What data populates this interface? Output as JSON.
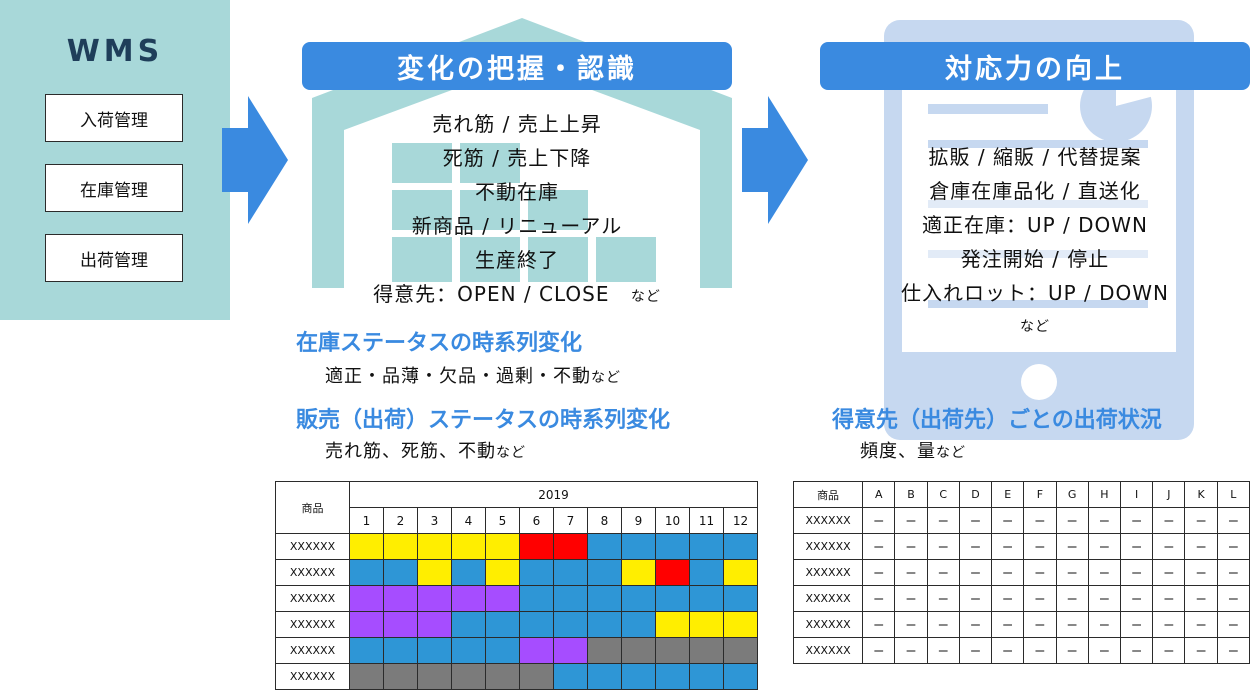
{
  "wms": {
    "title": "WMS",
    "items": [
      "入荷管理",
      "在庫管理",
      "出荷管理"
    ]
  },
  "left_section": {
    "header": "変化の把握・認識",
    "lines": [
      "売れ筋 / 売上上昇",
      "死筋 / 売上下降",
      "不動在庫",
      "新商品 / リニューアル",
      "生産終了"
    ],
    "last_line_main": "得意先：OPEN / CLOSE",
    "last_line_suffix": "など",
    "heading1": "在庫ステータスの時系列変化",
    "sub1_main": "適正・品薄・欠品・過剰・不動",
    "sub1_suffix": "など",
    "heading2": "販売（出荷）ステータスの時系列変化",
    "sub2_main": "売れ筋、死筋、不動",
    "sub2_suffix": "など"
  },
  "right_section": {
    "header": "対応力の向上",
    "lines": [
      "拡販 / 縮販 / 代替提案",
      "倉庫在庫品化 / 直送化",
      "適正在庫：UP / DOWN",
      "発注開始 / 停止",
      "仕入れロット：UP / DOWN"
    ],
    "suffix": "など",
    "heading": "得意先（出荷先）ごとの出荷状況",
    "sub_main": "頻度、量",
    "sub_suffix": "など"
  },
  "colors": {
    "yellow": "#ffee00",
    "red": "#ff0000",
    "blue": "#2e96d6",
    "purple": "#a64dff",
    "gray": "#7b7b7b",
    "header_blue": "#3a8ae0",
    "teal": "#a8d8d9"
  },
  "status_table": {
    "product_header": "商品",
    "year": "2019",
    "months": [
      "1",
      "2",
      "3",
      "4",
      "5",
      "6",
      "7",
      "8",
      "9",
      "10",
      "11",
      "12"
    ],
    "rows": [
      {
        "name": "XXXXXX",
        "cells": [
          "yellow",
          "yellow",
          "yellow",
          "yellow",
          "yellow",
          "red",
          "red",
          "blue",
          "blue",
          "blue",
          "blue",
          "blue"
        ]
      },
      {
        "name": "XXXXXX",
        "cells": [
          "blue",
          "blue",
          "yellow",
          "blue",
          "yellow",
          "blue",
          "blue",
          "blue",
          "yellow",
          "red",
          "blue",
          "yellow"
        ]
      },
      {
        "name": "XXXXXX",
        "cells": [
          "purple",
          "purple",
          "purple",
          "purple",
          "purple",
          "blue",
          "blue",
          "blue",
          "blue",
          "blue",
          "blue",
          "blue"
        ]
      },
      {
        "name": "XXXXXX",
        "cells": [
          "purple",
          "purple",
          "purple",
          "blue",
          "blue",
          "blue",
          "blue",
          "blue",
          "blue",
          "yellow",
          "yellow",
          "yellow"
        ]
      },
      {
        "name": "XXXXXX",
        "cells": [
          "blue",
          "blue",
          "blue",
          "blue",
          "blue",
          "purple",
          "purple",
          "gray",
          "gray",
          "gray",
          "gray",
          "gray"
        ]
      },
      {
        "name": "XXXXXX",
        "cells": [
          "gray",
          "gray",
          "gray",
          "gray",
          "gray",
          "gray",
          "blue",
          "blue",
          "blue",
          "blue",
          "blue",
          "blue"
        ]
      }
    ]
  },
  "customer_table": {
    "product_header": "商品",
    "columns": [
      "A",
      "B",
      "C",
      "D",
      "E",
      "F",
      "G",
      "H",
      "I",
      "J",
      "K",
      "L"
    ],
    "dash": "ー",
    "rows": [
      "XXXXXX",
      "XXXXXX",
      "XXXXXX",
      "XXXXXX",
      "XXXXXX",
      "XXXXXX"
    ]
  }
}
